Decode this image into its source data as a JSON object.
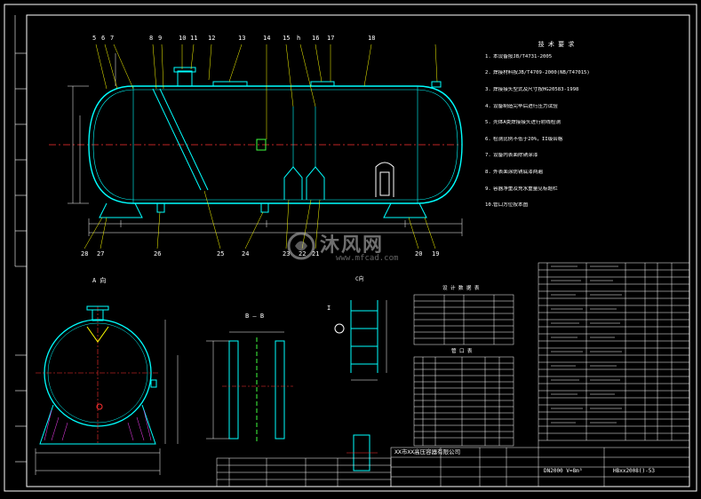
{
  "sheet": {
    "colors": {
      "background": "#000000",
      "vessel": "#00ffff",
      "centerline": "#ff3030",
      "leader": "#ffff00",
      "dimension": "#ffffff",
      "border": "#ffffff",
      "hatch": "#ff40ff",
      "nozzle": "#40ff40"
    },
    "view_labels": {
      "section_a": "A 向",
      "section_b": "B — B",
      "detail_c": "C向",
      "detail_i": "I"
    },
    "top_balloons": [
      "5",
      "6",
      "7",
      "8",
      "9",
      "10",
      "11",
      "12",
      "13",
      "14",
      "15",
      "h",
      "16",
      "17",
      "18"
    ],
    "bottom_balloons": [
      "28",
      "27",
      "26",
      "25",
      "24",
      "23",
      "22",
      "21",
      "20",
      "19"
    ],
    "tech_notes": {
      "title": "技 术 要 求",
      "items": [
        {
          "n": "1.",
          "t": "本设备按JB/T4731-2005"
        },
        {
          "n": "2.",
          "t": "焊接材料按JB/T4709-2000(NB/T47015)"
        },
        {
          "n": "3.",
          "t": "焊接接头型式及尺寸按HG20583-1998"
        },
        {
          "n": "4.",
          "t": "设备制造完毕后进行压力试验"
        },
        {
          "n": "5.",
          "t": "壳体A类焊接接头进行射线检测"
        },
        {
          "n": "6.",
          "t": "检测比例不低于20%，II级合格"
        },
        {
          "n": "7.",
          "t": "设备内表面除锈涂漆"
        },
        {
          "n": "8.",
          "t": "外表面涂防锈底漆两遍"
        },
        {
          "n": "9.",
          "t": "容器净重及充水重量见标题栏"
        },
        {
          "n": "10.",
          "t": "管口方位按本图"
        }
      ]
    },
    "design_table_title": "设 计 数 据 表",
    "nozzle_table_title": "管 口 表",
    "watermark": {
      "brand": "沐风网",
      "url": "www.mfcad.com"
    },
    "title_block": {
      "company": "XX市XX高压容器有限公司",
      "drawing_title": "DN2000  V=8m³",
      "drawing_number": "HBxx2008()-53"
    }
  }
}
